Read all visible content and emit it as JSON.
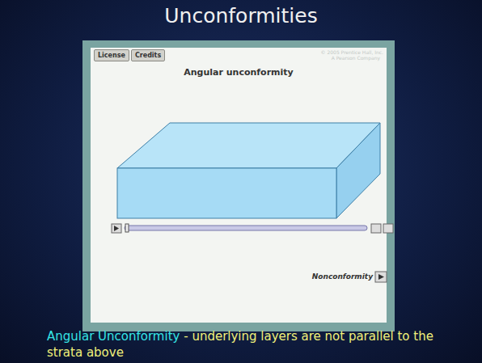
{
  "diagram": {
    "title": "Unconformities",
    "nodes": [
      {
        "text": [
          "License"
        ]
      },
      {
        "text": [
          "Credits"
        ]
      }
    ],
    "labels": [
      "© 2005 Prentice Hall, Inc.",
      "A Pearson Company",
      "Angular unconformity",
      "Nonconformity",
      "Angular Unconformity",
      "- underlying layers are not parallel to the strata above"
    ]
  }
}
